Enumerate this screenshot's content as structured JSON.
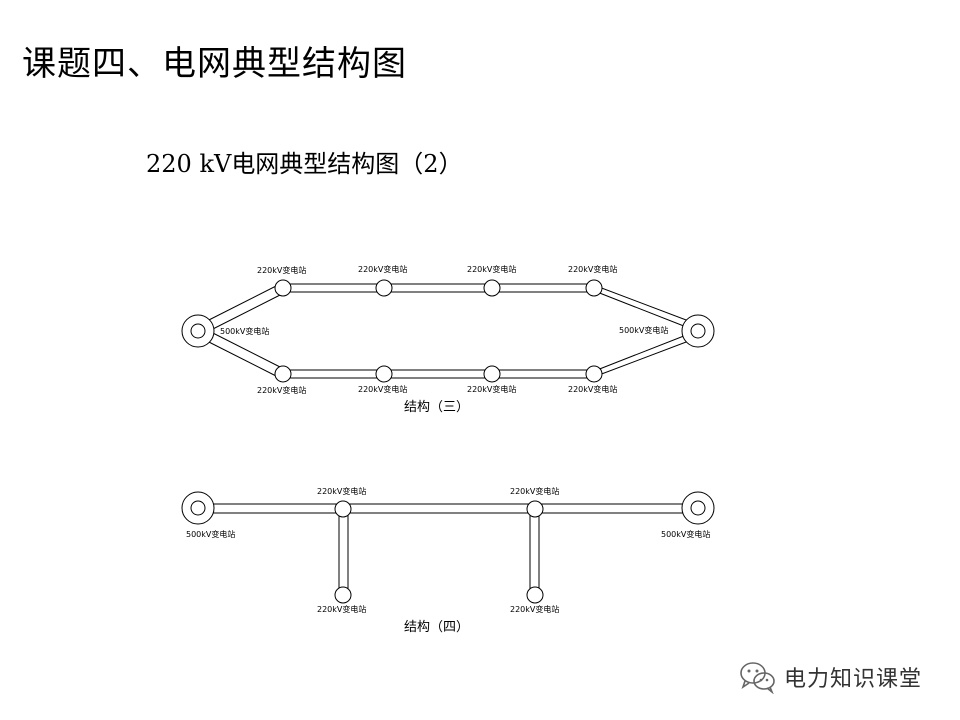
{
  "page": {
    "title": "课题四、电网典型结构图",
    "subtitle": "220 kV电网典型结构图（2）"
  },
  "diagram3": {
    "caption": "结构（三）",
    "left_500_label": "500kV变电站",
    "right_500_label": "500kV变电站",
    "top_labels": [
      "220kV变电站",
      "220kV变电站",
      "220kV变电站",
      "220kV变电站"
    ],
    "bottom_labels": [
      "220kV变电站",
      "220kV变电站",
      "220kV变电站",
      "220kV变电站"
    ]
  },
  "diagram4": {
    "caption": "结构（四）",
    "left_500_label": "500kV变电站",
    "right_500_label": "500kV变电站",
    "top_labels": [
      "220kV变电站",
      "220kV变电站"
    ],
    "bottom_labels": [
      "220kV变电站",
      "220kV变电站"
    ]
  },
  "watermark": {
    "text": "电力知识课堂",
    "icon": "wechat-icon"
  }
}
